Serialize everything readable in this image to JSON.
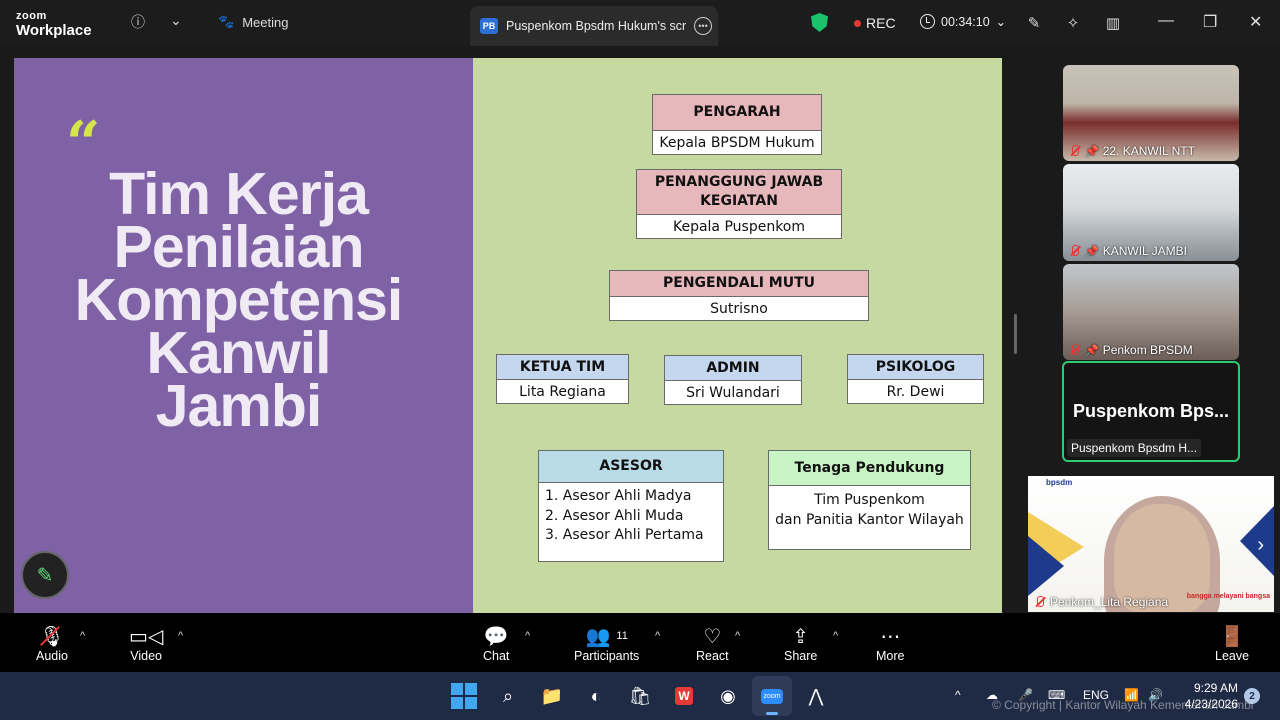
{
  "app": {
    "logo_top": "zoom",
    "logo_bottom": "Workplace",
    "meeting_tab": "Meeting",
    "share_tab_badge": "PB",
    "share_tab_title": "Puspenkom Bpsdm Hukum's scre",
    "rec_label": "REC",
    "timer": "00:34:10"
  },
  "slide": {
    "title_lines": [
      "Tim Kerja",
      "Penilaian",
      "Kompetensi",
      "Kanwil",
      "Jambi"
    ],
    "pengarah": {
      "head": "PENGARAH",
      "body": "Kepala BPSDM Hukum"
    },
    "penanggung": {
      "head_1": "PENANGGUNG JAWAB",
      "head_2": "KEGIATAN",
      "body": "Kepala Puspenkom"
    },
    "pengendali": {
      "head": "PENGENDALI MUTU",
      "body": "Sutrisno"
    },
    "ketua": {
      "head": "KETUA TIM",
      "body": "Lita Regiana"
    },
    "admin": {
      "head": "ADMIN",
      "body": "Sri Wulandari"
    },
    "psikolog": {
      "head": "PSIKOLOG",
      "body": "Rr. Dewi"
    },
    "asesor": {
      "head": "ASESOR",
      "items": [
        "1.  Asesor Ahli Madya",
        "2.  Asesor Ahli Muda",
        "3.  Asesor Ahli Pertama"
      ]
    },
    "pendukung": {
      "head": "Tenaga Pendukung",
      "line_1": "Tim Puspenkom",
      "line_2": "dan Panitia Kantor Wilayah"
    }
  },
  "participants": {
    "tile_1": "22. KANWIL NTT",
    "tile_2": "KANWIL JAMBI",
    "tile_3": "Penkom BPSDM",
    "active_big": "Puspenkom  Bps...",
    "active_label": "Puspenkom Bpsdm H...",
    "floating": "Penkom_Lita Regiana",
    "floating_logo": "bpsdm",
    "floating_brand": "bangga melayani bangsa"
  },
  "toolbar": {
    "audio": "Audio",
    "video": "Video",
    "chat": "Chat",
    "participants": "Participants",
    "participants_count": "11",
    "react": "React",
    "share": "Share",
    "more": "More",
    "leave": "Leave"
  },
  "taskbar": {
    "lang": "ENG",
    "time": "9:29 AM",
    "date": "4/23/2026",
    "notifications": "2",
    "watermark": "© Copyright | Kantor Wilayah Kementerian Jambi"
  },
  "colors": {
    "slide_purple": "#7f62a6",
    "slide_green": "#c6d9a0",
    "accent_green": "#2ecc71",
    "rec_red": "#e53935"
  }
}
